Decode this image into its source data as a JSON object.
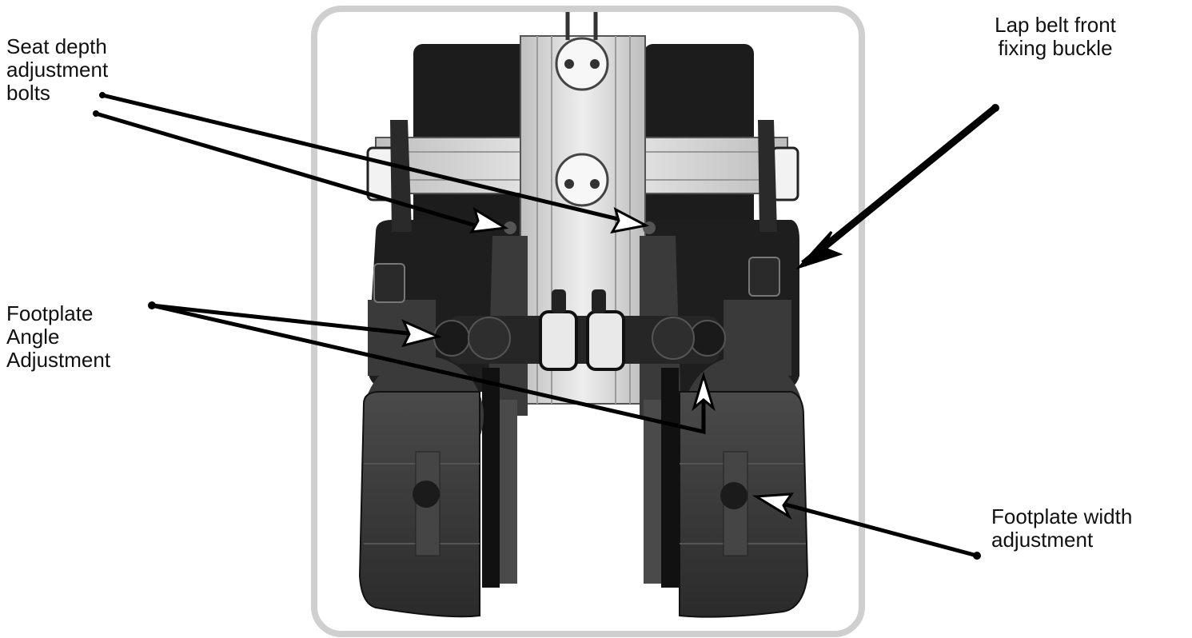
{
  "labels": {
    "seat_depth": "Seat depth\nadjustment\nbolts",
    "lap_belt": "Lap belt front\nfixing buckle",
    "footplate_angle": "Footplate\nAngle\nAdjustment",
    "footplate_width": "Footplate width\nadjustment"
  },
  "colors": {
    "frame_border": "#cfcfcf",
    "dark_part": "#222222",
    "mid_part": "#3a3a3a",
    "aluminium": "#d9d9d9",
    "leader_line": "#000000",
    "arrow_fill": "#ffffff"
  }
}
